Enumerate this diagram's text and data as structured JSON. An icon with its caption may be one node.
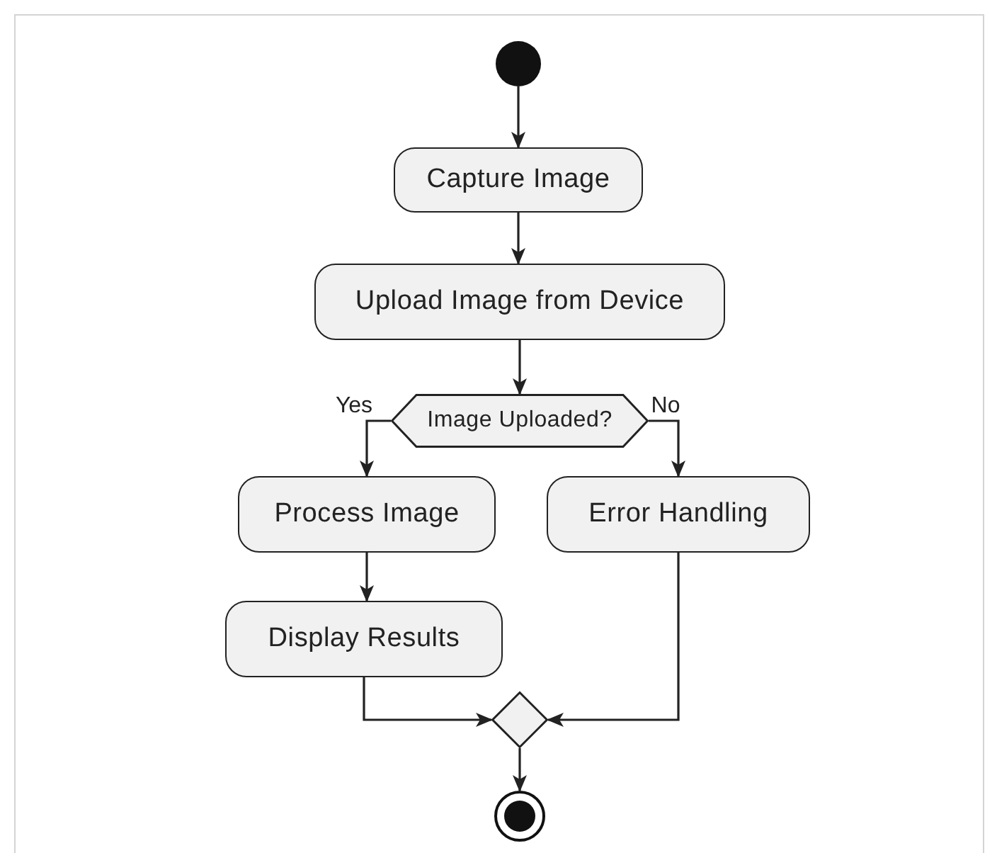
{
  "diagram": {
    "nodes": [
      {
        "text": [],
        "shape": "circle"
      },
      {
        "text": [
          "Capture Image"
        ]
      },
      {
        "text": [
          "Upload Image from Device"
        ]
      },
      {
        "text": [
          "Image Uploaded?"
        ]
      },
      {
        "text": [
          "Process Image"
        ]
      },
      {
        "text": [
          "Error Handling"
        ]
      },
      {
        "text": [
          "Display Results"
        ]
      },
      {
        "text": [],
        "shape": "diamond"
      },
      {
        "text": [],
        "shape": "circle"
      }
    ],
    "edges": [
      {
        "from": 0,
        "to": 1,
        "arrow": "to"
      },
      {
        "from": 1,
        "to": 2,
        "arrow": "to"
      },
      {
        "from": 2,
        "to": 3,
        "arrow": "to"
      },
      {
        "from": 3,
        "to": 4,
        "arrow": "to",
        "label": "Yes"
      },
      {
        "from": 3,
        "to": 5,
        "arrow": "to",
        "label": "No"
      },
      {
        "from": 4,
        "to": 6,
        "arrow": "to"
      },
      {
        "from": 6,
        "to": 7,
        "arrow": "to"
      },
      {
        "from": 5,
        "to": 7,
        "arrow": "to"
      },
      {
        "from": 7,
        "to": 8,
        "arrow": "to"
      }
    ]
  }
}
